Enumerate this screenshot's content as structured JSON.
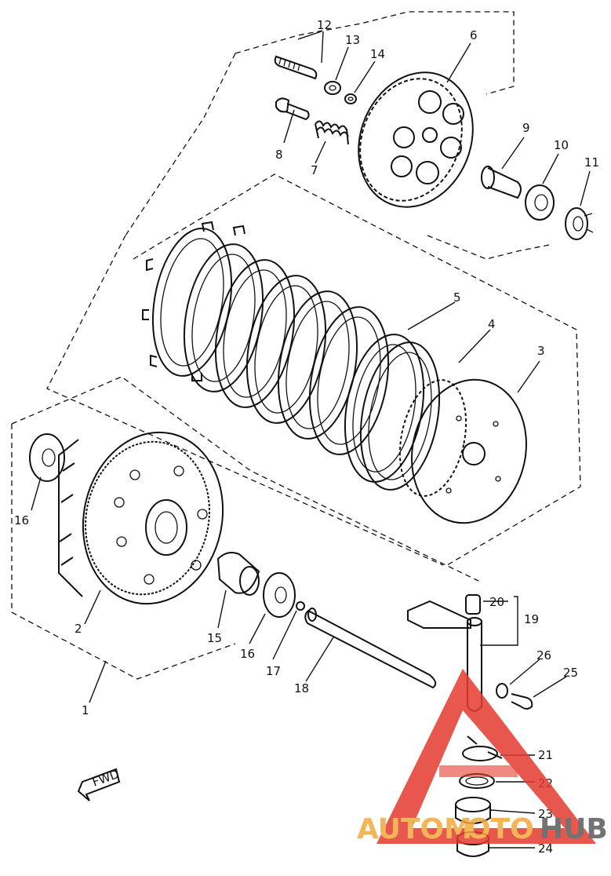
{
  "callouts": [
    "1",
    "2",
    "3",
    "4",
    "5",
    "6",
    "7",
    "8",
    "9",
    "10",
    "11",
    "12",
    "13",
    "14",
    "15",
    "16",
    "16",
    "17",
    "18",
    "19",
    "20",
    "21",
    "22",
    "23",
    "24",
    "25",
    "26"
  ],
  "fwd_label": "FWD",
  "watermark": {
    "text_auto": "AUTOM",
    "text_moto": "OTO",
    "text_hub": "HUB",
    "color_red": "#e53a2e",
    "color_orange": "#f3a93c",
    "color_gray": "#5a5a5a"
  }
}
